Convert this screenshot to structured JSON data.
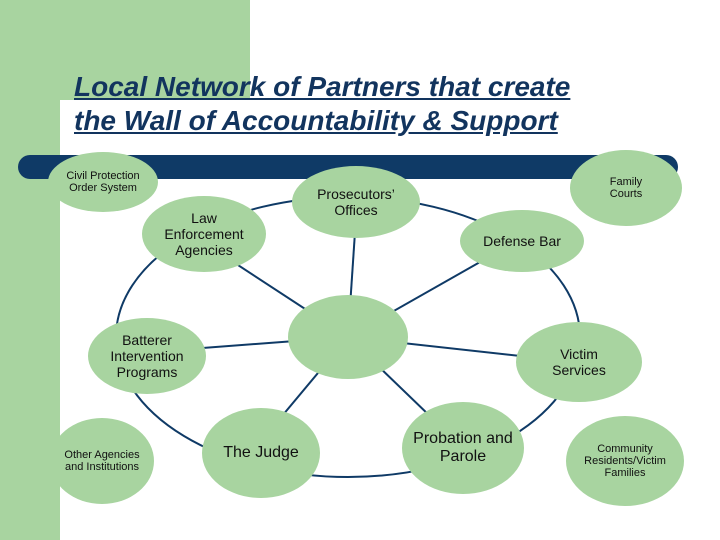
{
  "title": {
    "line1": "Local Network of Partners that create",
    "line2": "the Wall of Accountability & Support"
  },
  "nodes": {
    "civil_protection": "Civil Protection Order System",
    "family_courts": "Family Courts",
    "prosecutors": "Prosecutors’ Offices",
    "law_enforcement": "Law Enforcement Agencies",
    "defense_bar": "Defense Bar",
    "center": "",
    "batterer_intervention": "Batterer Intervention Programs",
    "victim_services": "Victim Services",
    "other_agencies": "Other Agencies and Institutions",
    "the_judge": "The Judge",
    "probation": "Probation and Parole",
    "community": "Community Residents/Victim Families"
  },
  "colors": {
    "node_fill": "#a8d4a0",
    "bar": "#0f3a66",
    "title": "#12345e",
    "lines": "#0f3a66"
  }
}
